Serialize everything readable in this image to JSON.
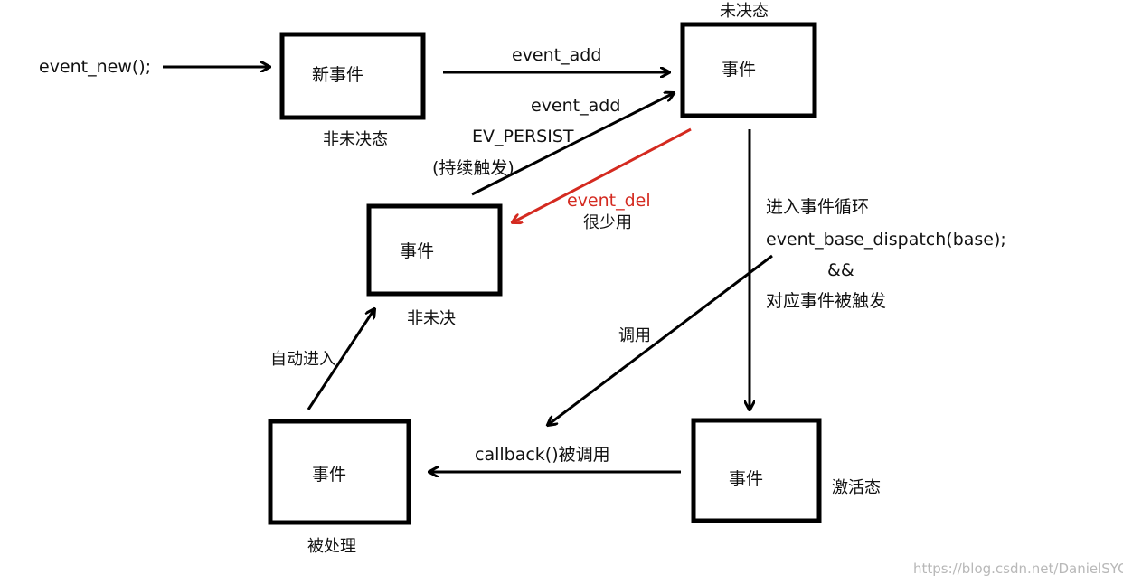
{
  "colors": {
    "line": "#000000",
    "accent": "#d42a20",
    "watermark": "#b8b8b8"
  },
  "nodes": {
    "new_event": {
      "label": "新事件",
      "state": "非未决态"
    },
    "pending_event": {
      "label": "事件",
      "state": "未决态"
    },
    "non_pending_event": {
      "label": "事件",
      "state": "非未决"
    },
    "active_event": {
      "label": "事件",
      "state": "激活态"
    },
    "handled_event": {
      "label": "事件",
      "state": "被处理"
    }
  },
  "edges": {
    "start": "event_new();",
    "add": "event_add",
    "add_persist": {
      "call": "event_add",
      "flag": "EV_PERSIST",
      "note": "(持续触发)"
    },
    "del": {
      "call": "event_del",
      "note": "很少用"
    },
    "loop": {
      "line1": "进入事件循环",
      "line2": "event_base_dispatch(base);",
      "line3": "&&",
      "line4": "对应事件被触发"
    },
    "invoke": "调用",
    "callback": "callback()被调用",
    "auto_enter": "自动进入"
  },
  "watermark": "https://blog.csdn.net/DanielSYC"
}
